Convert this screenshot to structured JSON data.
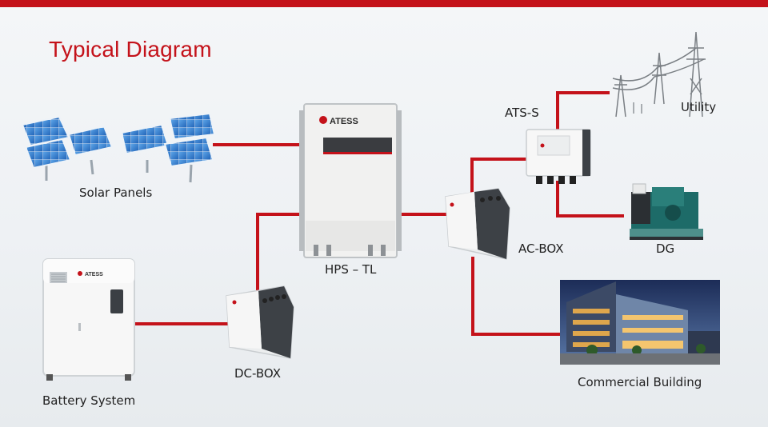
{
  "title": "Typical Diagram",
  "brand": "ATESS",
  "components": {
    "solar": "Solar Panels",
    "battery": "Battery System",
    "dcbox": "DC-BOX",
    "inverter": "HPS – TL",
    "acbox": "AC-BOX",
    "ats": "ATS-S",
    "utility": "Utility",
    "dg": "DG",
    "building": "Commercial Building"
  },
  "colors": {
    "accent": "#c4121a",
    "wire": "#c4121a",
    "text": "#1f1f1f"
  },
  "icons": [
    "solar-panel-icon",
    "battery-cabinet-icon",
    "dc-box-icon",
    "inverter-icon",
    "ac-box-icon",
    "ats-switch-icon",
    "transmission-tower-icon",
    "diesel-generator-icon",
    "commercial-building-icon"
  ]
}
